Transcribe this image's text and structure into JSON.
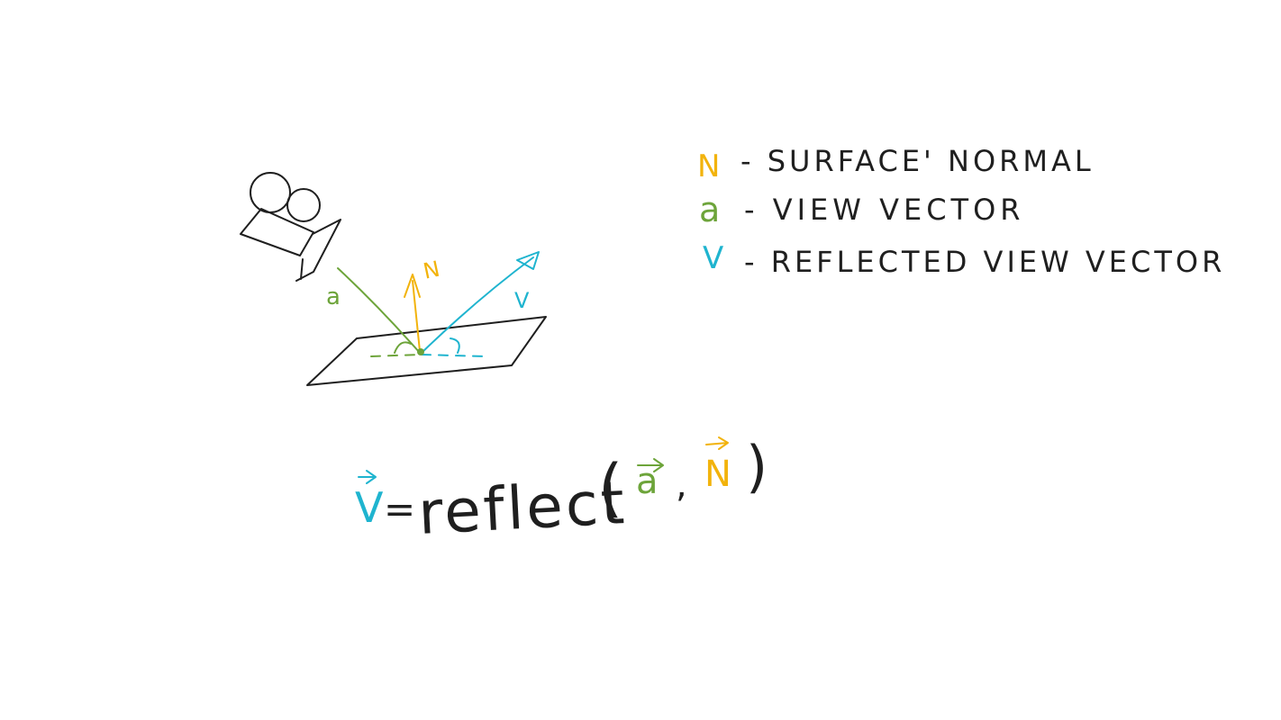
{
  "colors": {
    "ink": "#1f1f1f",
    "normal": "#f2b30c",
    "view": "#6da43a",
    "reflected": "#1fb4cf"
  },
  "legend": [
    {
      "symbol": "N",
      "desc": "- SURFACE' NORMAL",
      "color": "#f2b30c"
    },
    {
      "symbol": "a",
      "desc": "- VIEW VECTOR",
      "color": "#6da43a"
    },
    {
      "symbol": "V",
      "desc": "- REFLECTED VIEW VECTOR",
      "color": "#1fb4cf"
    }
  ],
  "diagram_labels": {
    "view": "a",
    "normal": "N",
    "reflected": "V"
  },
  "formula": {
    "v": "V",
    "eq": "=",
    "func": "reflect",
    "open": "(",
    "a": "a",
    "comma": ",",
    "n": "N",
    "close": ")"
  },
  "icons": [
    "camera-icon"
  ]
}
